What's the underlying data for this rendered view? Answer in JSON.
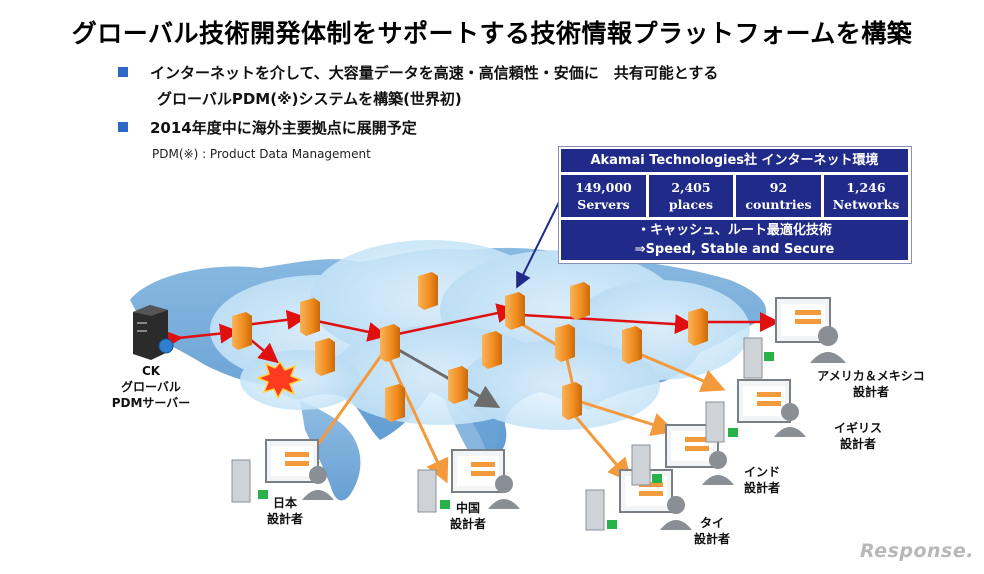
{
  "title": "グローバル技術開発体制をサポートする技術情報プラットフォームを構築",
  "bullets": [
    "インターネットを介して、大容量データを高速・高信頼性・安価に　共有可能とする",
    "グローバルPDM(※)システムを構築(世界初)",
    "2014年度中に海外主要拠点に展開予定"
  ],
  "note": "PDM(※) : Product Data Management",
  "akamai": {
    "title": "Akamai Technologies社 インターネット環境",
    "stats": [
      {
        "value": "149,000",
        "label": "Servers"
      },
      {
        "value": "2,405",
        "label": "places"
      },
      {
        "value": "92",
        "label": "countries"
      },
      {
        "value": "1,246",
        "label": "Networks"
      }
    ],
    "tech_line1": "・キャッシュ、ルート最適化技術",
    "tech_line2": "⇒Speed, Stable and Secure"
  },
  "server_label": [
    "CK",
    "グローバル",
    "PDMサーバー"
  ],
  "locations": {
    "japan": [
      "日本",
      "設計者"
    ],
    "china": [
      "中国",
      "設計者"
    ],
    "thai": [
      "タイ",
      "設計者"
    ],
    "india": [
      "インド",
      "設計者"
    ],
    "uk": [
      "イギリス",
      "設計者"
    ],
    "americas": [
      "アメリカ＆メキシコ",
      "設計者"
    ]
  },
  "logo": "Response.",
  "colors": {
    "akamai_blue": "#202a88",
    "route_red": "#e01010",
    "route_orange": "#f39a3c",
    "route_gray": "#6d6d6d",
    "node_orange": "#f08a1c",
    "bullet_blue": "#2f67c4"
  }
}
